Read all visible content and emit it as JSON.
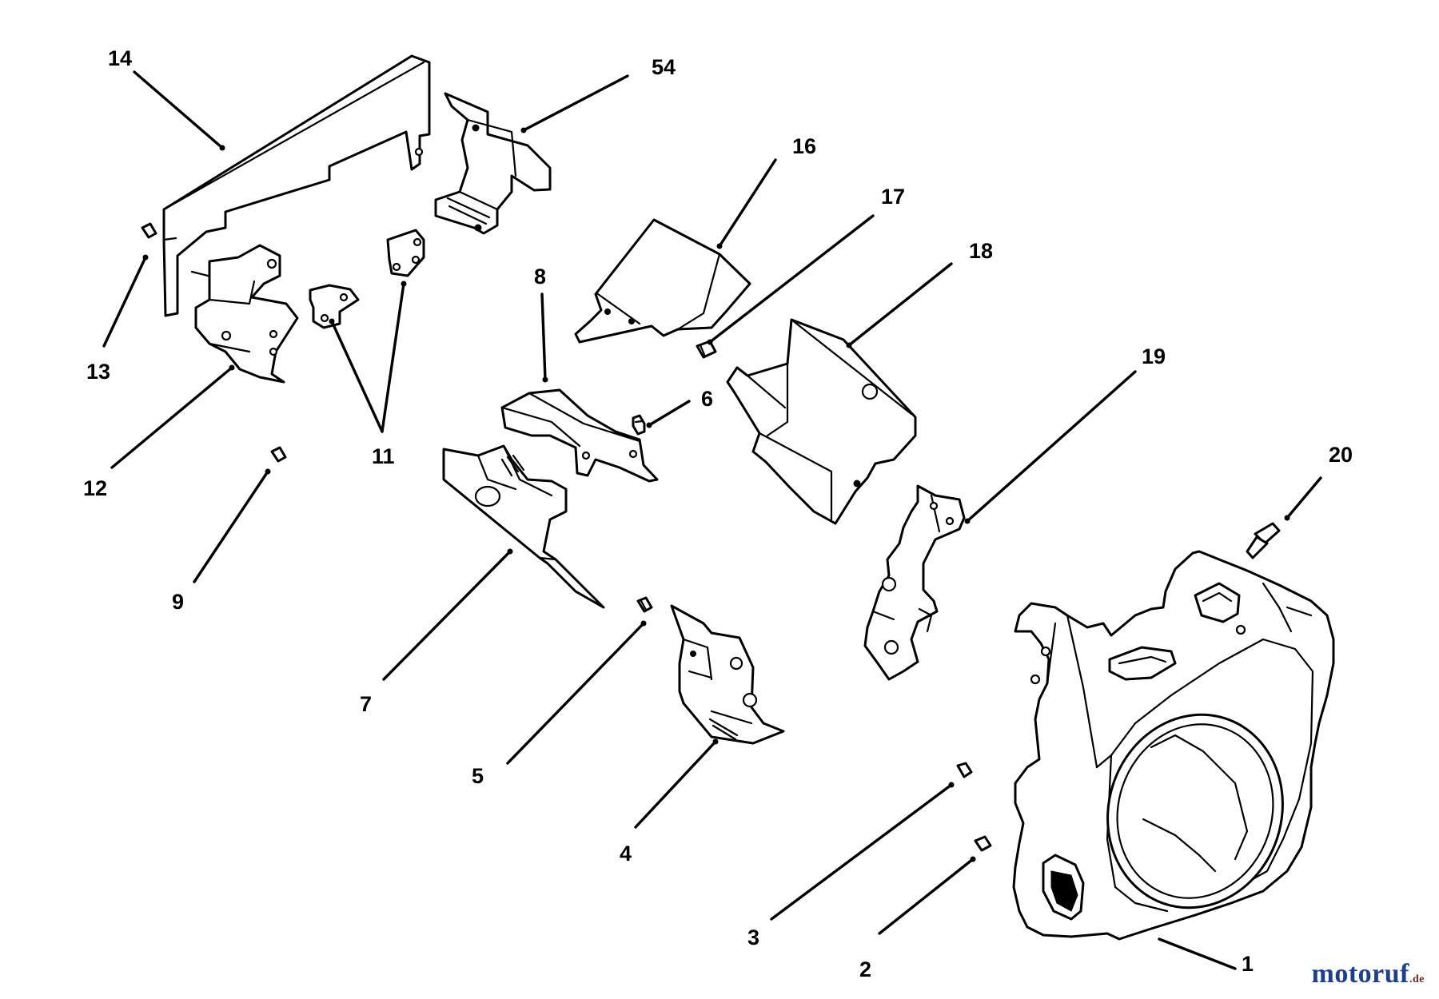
{
  "callouts": [
    "14",
    "54",
    "16",
    "17",
    "18",
    "8",
    "6",
    "13",
    "12",
    "11",
    "9",
    "7",
    "19",
    "20",
    "5",
    "4",
    "3",
    "2",
    "1"
  ],
  "watermark": {
    "name": "motoruf",
    "suffix": ".de",
    "color": "#1f3f8c"
  },
  "ink_color": "#000000",
  "background_color": "#ffffff"
}
